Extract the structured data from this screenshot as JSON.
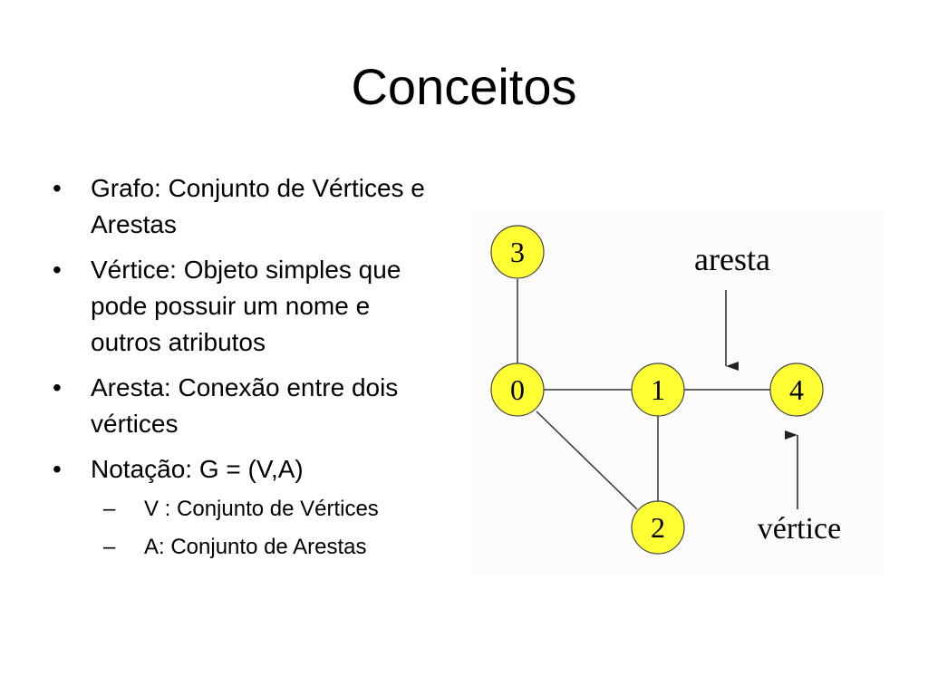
{
  "title": "Conceitos",
  "bullets": [
    {
      "marker": "•",
      "text": "Grafo: Conjunto de Vértices e Arestas"
    },
    {
      "marker": "•",
      "text": "Vértice: Objeto simples que pode possuir um nome e outros atributos"
    },
    {
      "marker": "•",
      "text": "Aresta: Conexão entre dois vértices"
    },
    {
      "marker": "•",
      "text": "Notação: G = (V,A)"
    }
  ],
  "sub_bullets": [
    {
      "marker": "–",
      "text": "V : Conjunto de Vértices"
    },
    {
      "marker": "–",
      "text": "A: Conjunto de Arestas"
    }
  ],
  "graph": {
    "node_fill": "#ffff33",
    "nodes": [
      {
        "label": "3"
      },
      {
        "label": "0"
      },
      {
        "label": "1"
      },
      {
        "label": "4"
      },
      {
        "label": "2"
      }
    ],
    "edges": [
      [
        "3",
        "0"
      ],
      [
        "0",
        "1"
      ],
      [
        "1",
        "4"
      ],
      [
        "0",
        "2"
      ],
      [
        "1",
        "2"
      ]
    ],
    "annotations": {
      "edge_label": "aresta",
      "vertex_label": "vértice"
    }
  }
}
